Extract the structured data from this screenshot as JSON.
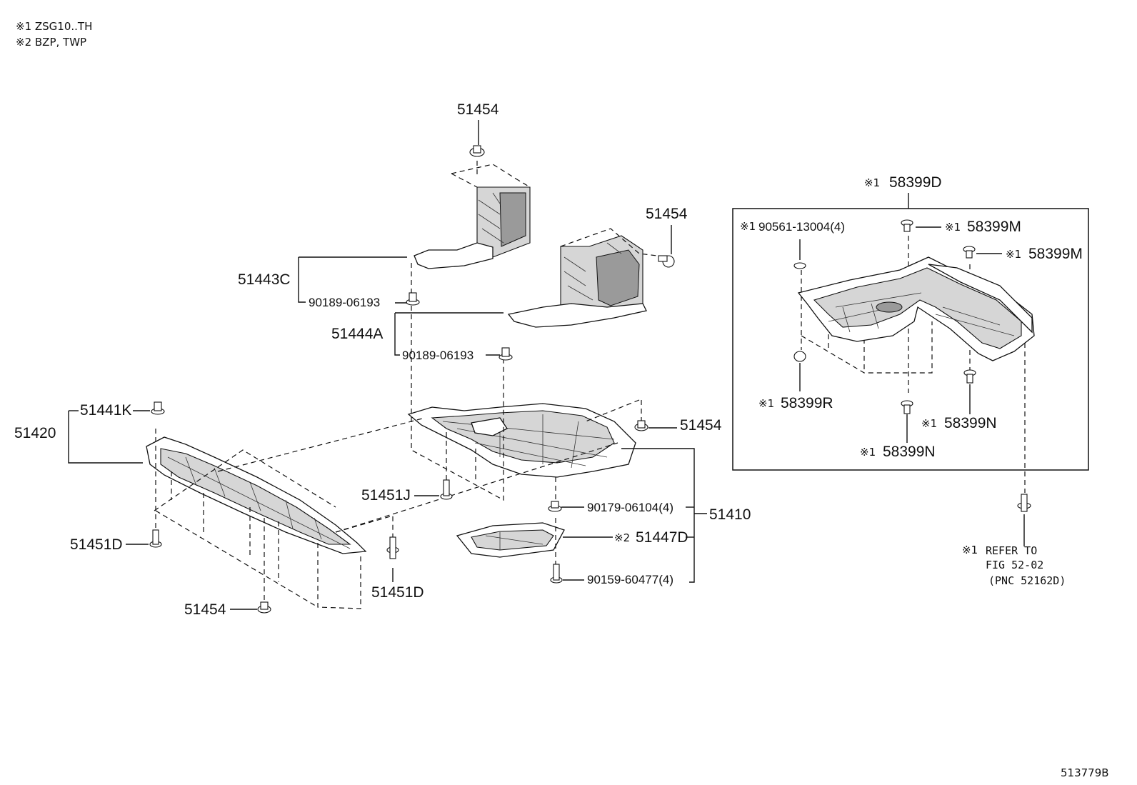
{
  "notes": {
    "note1": "※1 ZSG10..TH",
    "note2": "※2 BZP, TWP"
  },
  "labels": {
    "p51454_top": "51454",
    "p51454_right": "51454",
    "p51454_mid": "51454",
    "p51454_bottom": "51454",
    "p51443c": "51443C",
    "p90189_a": "90189-06193",
    "p51444a": "51444A",
    "p90189_b": "90189-06193",
    "p51441k": "51441K",
    "p51420": "51420",
    "p51451j": "51451J",
    "p90179": "90179-06104(4)",
    "p51410": "51410",
    "p51447d_mark": "※2",
    "p51447d": "51447D",
    "p90159": "90159-60477(4)",
    "p51451d_left": "51451D",
    "p51451d_right": "51451D"
  },
  "inset": {
    "title_mark": "※1",
    "title": "58399D",
    "clip_mark": "※1",
    "clip": "90561-13004(4)",
    "m1_mark": "※1",
    "m1": "58399M",
    "m2_mark": "※1",
    "m2": "58399M",
    "r_mark": "※1",
    "r": "58399R",
    "n1_mark": "※1",
    "n1": "58399N",
    "n2_mark": "※1",
    "n2": "58399N"
  },
  "refer": {
    "mark": "※1",
    "line1": "REFER TO",
    "line2": "FIG 52-02",
    "line3": "(PNC 52162D)"
  },
  "figure_id": "513779B"
}
